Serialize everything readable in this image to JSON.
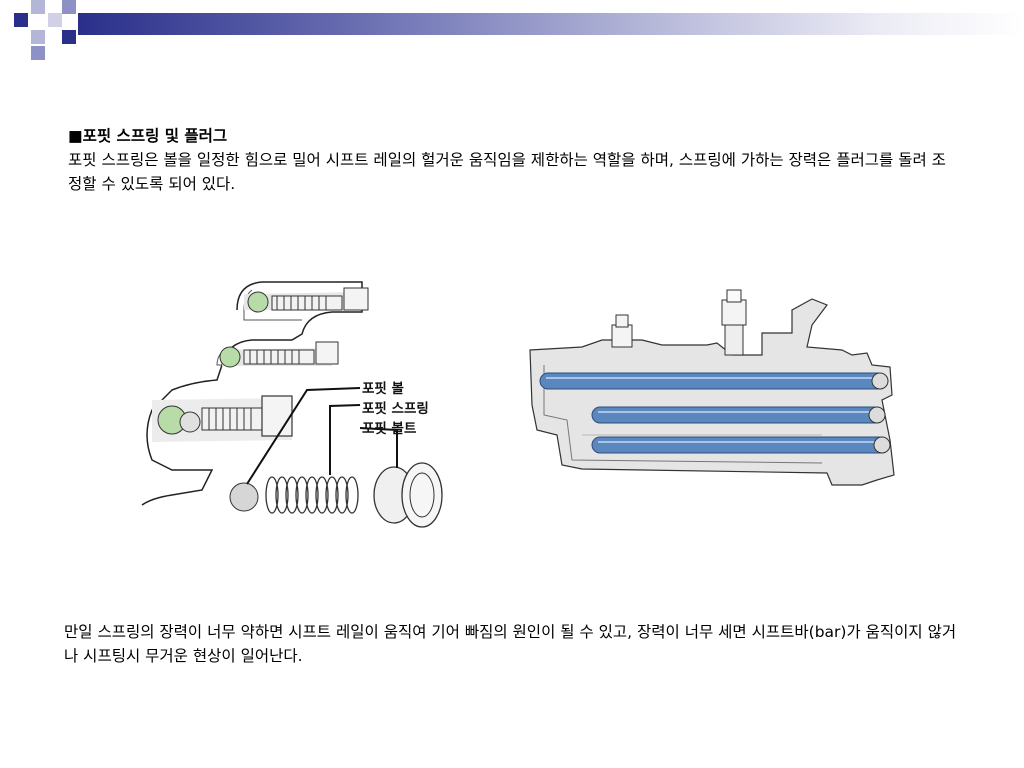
{
  "heading": "■포핏 스프링 및 플러그",
  "intro": "포핏 스프링은 볼을 일정한 힘으로 밀어 시프트 레일의 헐거운 움직임을 제한하는 역할을 하며, 스프링에 가하는 장력은 플러그를 돌려 조정할 수 있도록 되어 있다.",
  "callouts": {
    "ball": "포핏 볼",
    "spring": "포핏 스프링",
    "bolt": "포핏 볼트"
  },
  "footer": "만일 스프링의 장력이 너무 약하면 시프트 레일이 움직여 기어 빠짐의 원인이 될 수 있고, 장력이 너무 세면 시프트바(bar)가 움직이지 않거나 시프팅시 무거운 현상이 일어난다.",
  "colors": {
    "header_dark": "#2a2f8a",
    "header_mid": "#8e91c6",
    "rail_blue": "#5b87bf",
    "casing_gray": "#dcdcdc",
    "ball_green": "#b8dca8"
  },
  "icons": [
    "header-decoration-squares"
  ]
}
